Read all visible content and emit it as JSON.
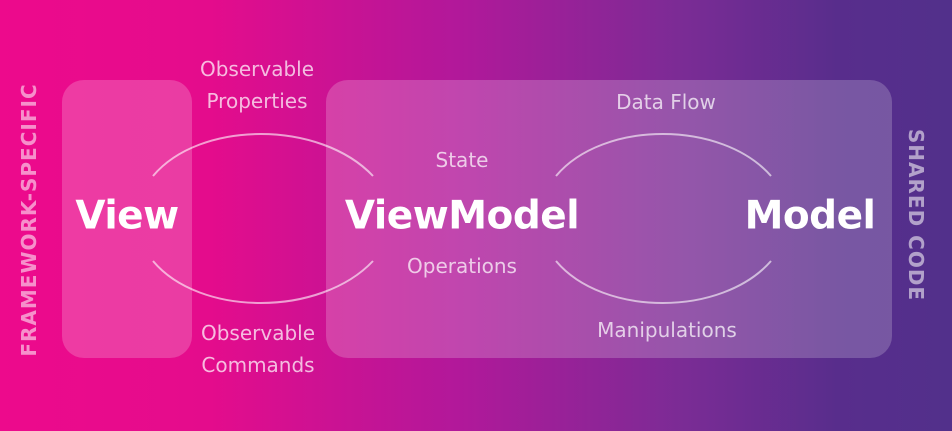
{
  "side_labels": {
    "framework_specific": "FRAMEWORK-SPECIFIC",
    "shared_code": "SHARED CODE"
  },
  "nodes": {
    "view": "View",
    "viewmodel": "ViewModel",
    "model": "Model"
  },
  "edge_labels": {
    "observable_properties": "Observable\nProperties",
    "observable_commands": "Observable\nCommands",
    "state": "State",
    "operations": "Operations",
    "data_flow": "Data Flow",
    "manipulations": "Manipulations"
  },
  "colors": {
    "gradient_start": "#ed0a8c",
    "gradient_end": "#52308b",
    "text": "#ffffff"
  }
}
